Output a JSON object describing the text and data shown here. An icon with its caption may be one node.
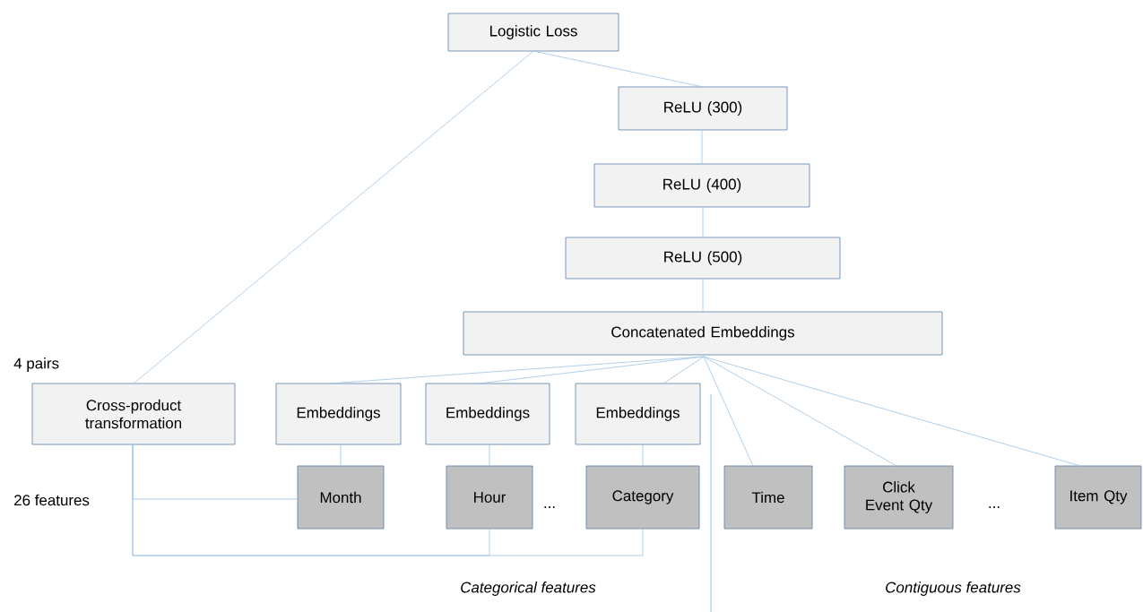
{
  "diagram": {
    "nodes": [
      {
        "text": [
          "Logistic Loss"
        ]
      },
      {
        "text": [
          "ReLU (300)"
        ]
      },
      {
        "text": [
          "ReLU (400)"
        ]
      },
      {
        "text": [
          "ReLU (500)"
        ]
      },
      {
        "text": [
          "Concatenated Embeddings"
        ]
      },
      {
        "text": [
          "Cross-product transformation"
        ]
      },
      {
        "text": [
          "Embeddings"
        ]
      },
      {
        "text": [
          "Embeddings"
        ]
      },
      {
        "text": [
          "Embeddings"
        ]
      },
      {
        "text": [
          "Month"
        ]
      },
      {
        "text": [
          "Hour"
        ]
      },
      {
        "text": [
          "Category"
        ]
      },
      {
        "text": [
          "Time"
        ]
      },
      {
        "text": [
          "Click Event Qty"
        ]
      },
      {
        "text": [
          "Item Qty"
        ]
      }
    ],
    "edges": [
      {
        "from": 5,
        "to": 0,
        "arrow": "none"
      },
      {
        "from": 1,
        "to": 0,
        "arrow": "none"
      },
      {
        "from": 2,
        "to": 1,
        "arrow": "none"
      },
      {
        "from": 3,
        "to": 2,
        "arrow": "none"
      },
      {
        "from": 4,
        "to": 3,
        "arrow": "none"
      },
      {
        "from": 6,
        "to": 4,
        "arrow": "none"
      },
      {
        "from": 7,
        "to": 4,
        "arrow": "none"
      },
      {
        "from": 8,
        "to": 4,
        "arrow": "none"
      },
      {
        "from": 12,
        "to": 4,
        "arrow": "none"
      },
      {
        "from": 13,
        "to": 4,
        "arrow": "none"
      },
      {
        "from": 14,
        "to": 4,
        "arrow": "none"
      },
      {
        "from": 9,
        "to": 6,
        "arrow": "none"
      },
      {
        "from": 10,
        "to": 7,
        "arrow": "none"
      },
      {
        "from": 11,
        "to": 8,
        "arrow": "none"
      },
      {
        "from": 5,
        "to": 9,
        "arrow": "none"
      },
      {
        "from": 5,
        "to": 10,
        "arrow": "none"
      },
      {
        "from": 5,
        "to": 11,
        "arrow": "none"
      }
    ],
    "labels": [
      "4 pairs",
      "26 features",
      "...",
      "...",
      "Categorical features",
      "Contiguous features"
    ]
  }
}
